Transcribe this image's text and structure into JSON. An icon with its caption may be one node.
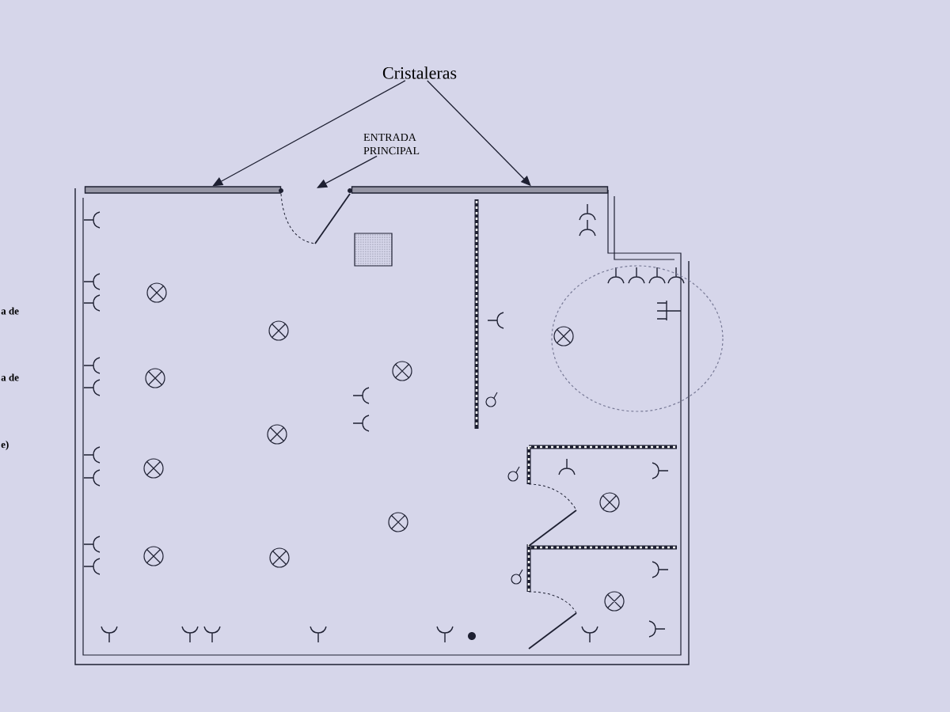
{
  "diagram": {
    "nodes": [
      {
        "text": [
          "Cristaleras"
        ]
      },
      {
        "text": [
          "ENTRADA PRINCIPAL"
        ]
      },
      {
        "text": [],
        "shape": "bar"
      },
      {
        "text": [],
        "shape": "picture"
      },
      {
        "text": [],
        "shape": "bar"
      }
    ],
    "edges": [
      {
        "from": 0,
        "to": 2,
        "arrow": "to"
      },
      {
        "from": 0,
        "to": 4,
        "arrow": "to"
      },
      {
        "from": 1,
        "to": 3,
        "arrow": "to"
      }
    ],
    "labels": [
      "a de",
      "a de",
      "e)"
    ]
  }
}
